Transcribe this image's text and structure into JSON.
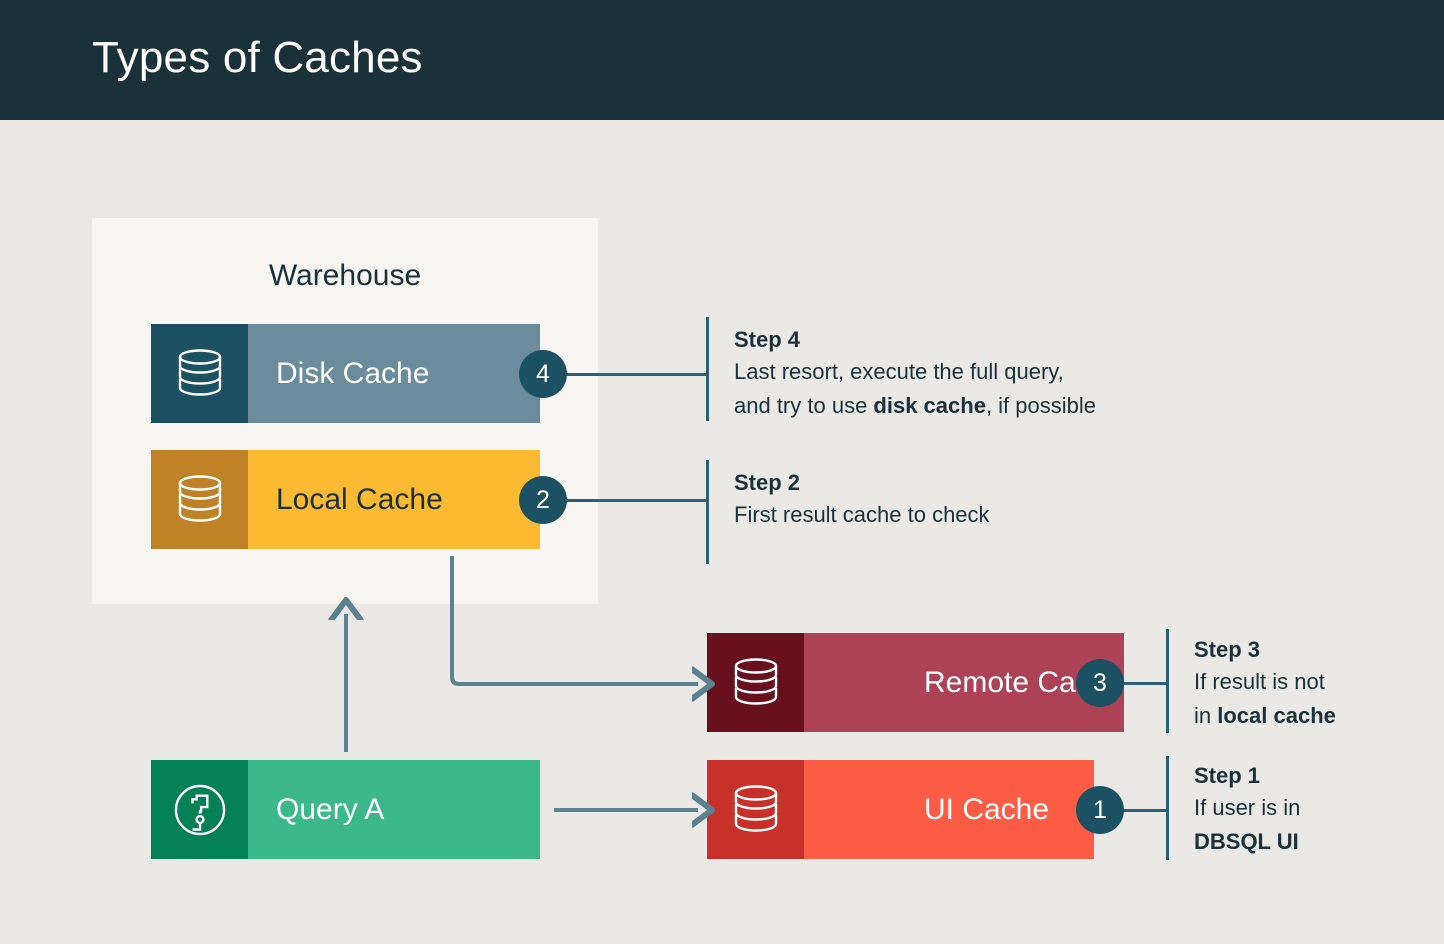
{
  "header": {
    "title": "Types of Caches",
    "bg_color": "#1b3139",
    "text_color": "#ffffff"
  },
  "page": {
    "background_color": "#ebe9e6",
    "accent_color": "#1b5162",
    "connector_color": "#2d6072"
  },
  "warehouse": {
    "label": "Warehouse",
    "panel_color": "#f7f6f2"
  },
  "nodes": [
    {
      "id": "disk-cache",
      "label": "Disk Cache",
      "icon": "database-icon",
      "icon_bg": "#1b5162",
      "body_bg": "#6b8c9c",
      "text_color": "#ffffff",
      "badge": "4"
    },
    {
      "id": "local-cache",
      "label": "Local Cache",
      "icon": "database-icon",
      "icon_bg": "#bf8226",
      "body_bg": "#fcb932",
      "text_color": "#1b3139",
      "badge": "2"
    },
    {
      "id": "remote-cache",
      "label": "Remote Cache",
      "icon": "database-icon",
      "icon_bg": "#69101f",
      "body_bg": "#ad4257",
      "text_color": "#ffffff",
      "badge": "3"
    },
    {
      "id": "ui-cache",
      "label": "UI Cache",
      "icon": "database-icon",
      "icon_bg": "#c8302a",
      "body_bg": "#fc5c45",
      "text_color": "#ffffff",
      "badge": "1"
    },
    {
      "id": "query-a",
      "label": "Query A",
      "icon": "question-mark-circle-icon",
      "icon_bg": "#048056",
      "body_bg": "#3cb98b",
      "text_color": "#ffffff",
      "badge": ""
    }
  ],
  "steps": [
    {
      "id": "step-1",
      "heading": "Step 1",
      "line1": "If user is in",
      "line2_bold": "DBSQL UI",
      "line2_after": "",
      "target": "ui-cache"
    },
    {
      "id": "step-2",
      "heading": "Step 2",
      "line1": "First result cache to check",
      "line2_bold": "",
      "line2_after": "",
      "target": "local-cache"
    },
    {
      "id": "step-3",
      "heading": "Step 3",
      "line1": "If result is not",
      "line2_before": "in ",
      "line2_bold": "local cache",
      "line2_after": "",
      "target": "remote-cache"
    },
    {
      "id": "step-4",
      "heading": "Step 4",
      "line1": "Last resort, execute the full query,",
      "line2_before": "and try to use ",
      "line2_bold": "disk cache",
      "line2_after": ", if possible",
      "target": "disk-cache"
    }
  ],
  "badges": {
    "one": "1",
    "two": "2",
    "three": "3",
    "four": "4"
  },
  "flows": [
    {
      "from": "query-a",
      "to": "ui-cache",
      "style": "straight-right"
    },
    {
      "from": "local-cache",
      "to": "remote-cache",
      "style": "elbow-down-right"
    },
    {
      "from": "query-a",
      "to": "warehouse",
      "style": "straight-up"
    }
  ]
}
